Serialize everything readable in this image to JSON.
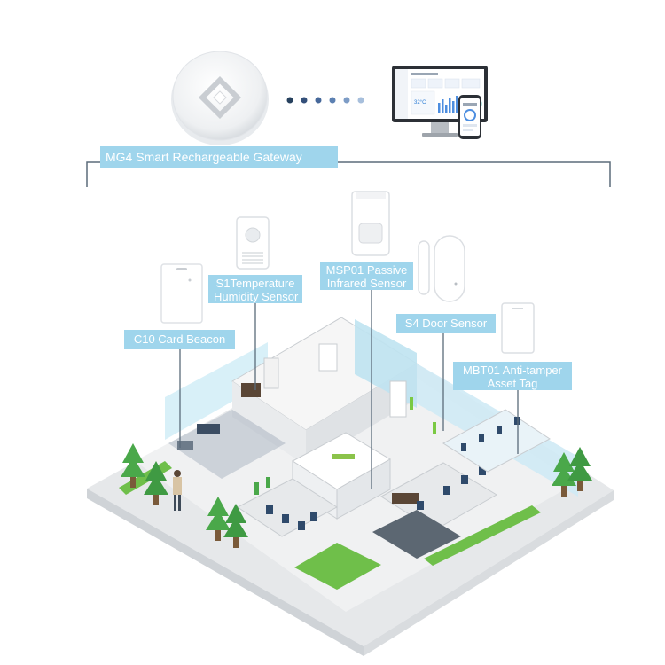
{
  "gateway": {
    "title": "MG4 Smart Rechargeable Gateway"
  },
  "devices": {
    "c10": {
      "label": "C10 Card Beacon"
    },
    "s1": {
      "line1": "S1Temperature",
      "line2": "Humidity Sensor"
    },
    "msp01": {
      "line1": "MSP01 Passive",
      "line2": "Infrared Sensor"
    },
    "s4": {
      "label": "S4 Door Sensor"
    },
    "mbt01": {
      "line1": "MBT01 Anti-tamper",
      "line2": "Asset Tag"
    }
  },
  "colors": {
    "label_bg": "#9fd5ec",
    "label_text": "#ffffff",
    "connector": "#5b6b7a",
    "accent_blue": "#2f7fd6",
    "floor_grey": "#e4e6e8",
    "tree_green": "#4aa84a"
  },
  "icons": [
    "gateway-device-icon",
    "monitor-icon",
    "phone-icon",
    "dots-connector-icon"
  ]
}
